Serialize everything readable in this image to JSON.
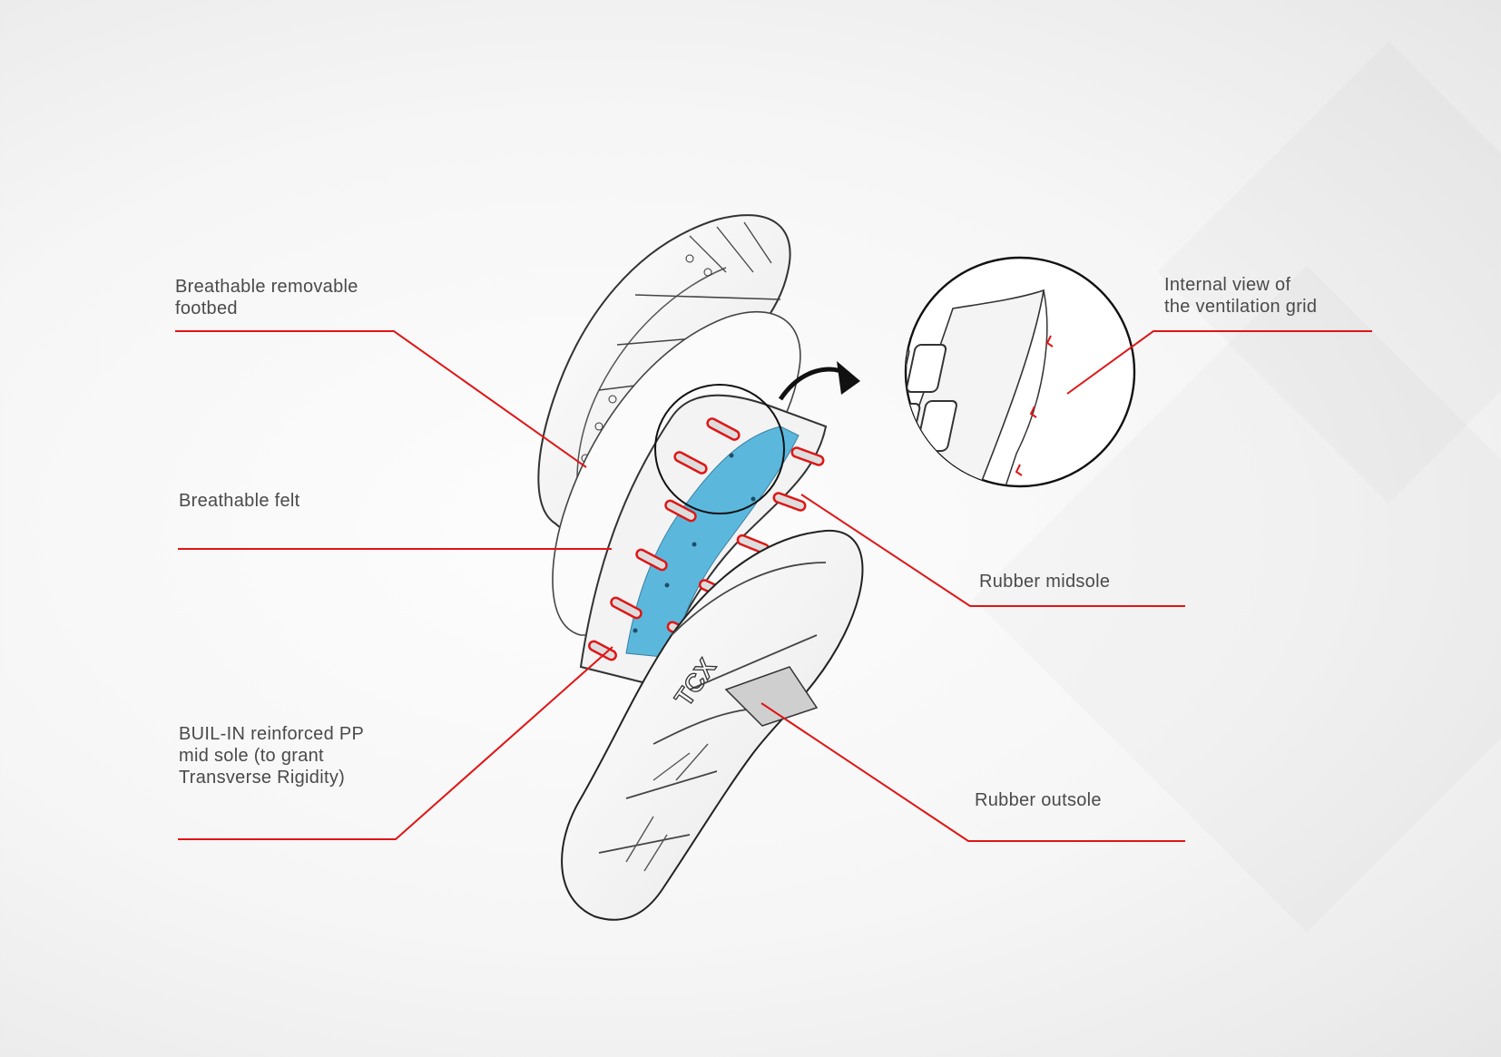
{
  "diagram": {
    "subject": "exploded view of boot sole layers",
    "accent_color": "#e01515",
    "midsole_color": "#5bb8dc",
    "labels": [
      {
        "id": "footbed",
        "text": "Breathable removable\nfootbed"
      },
      {
        "id": "felt",
        "text": "Breathable felt"
      },
      {
        "id": "pp-midsole",
        "text": "BUIL-IN reinforced PP\nmid sole (to grant\nTransverse Rigidity)"
      },
      {
        "id": "ventilation",
        "text": "Internal view of\nthe ventilation grid"
      },
      {
        "id": "rubber-midsole",
        "text": "Rubber midsole"
      },
      {
        "id": "rubber-outsole",
        "text": "Rubber outsole"
      }
    ],
    "outsole_logo": "TCX"
  }
}
